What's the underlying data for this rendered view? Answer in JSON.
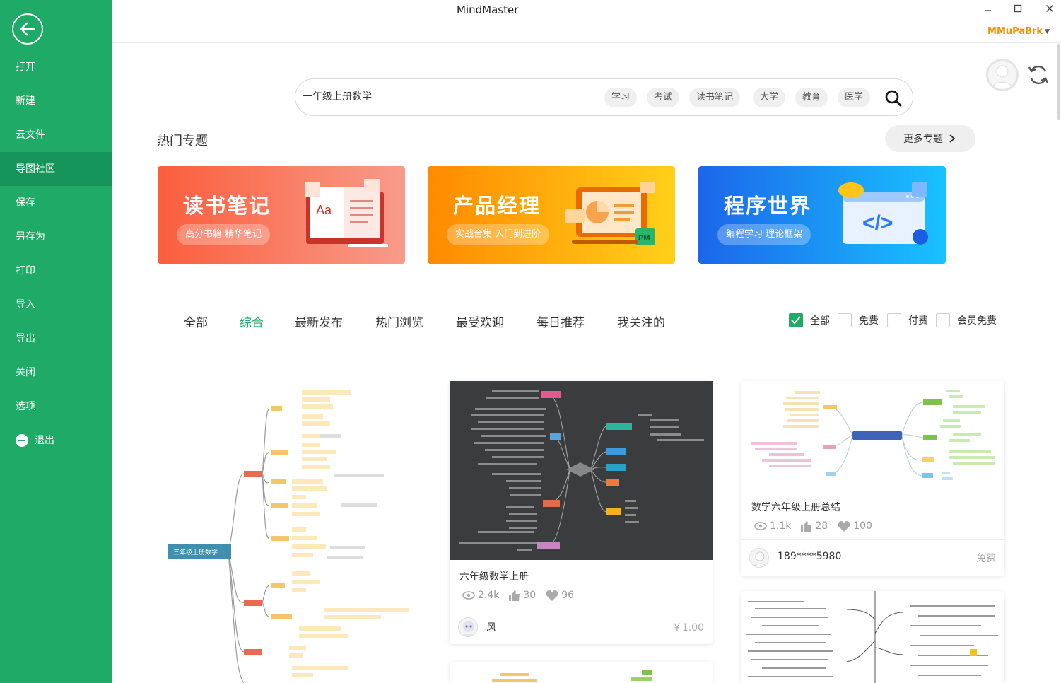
{
  "app": {
    "title": "MindMaster",
    "user": "MMuPaBrk"
  },
  "sidebar": {
    "items": [
      "打开",
      "新建",
      "云文件",
      "导图社区",
      "保存",
      "另存为",
      "打印",
      "导入",
      "导出",
      "关闭",
      "选项"
    ],
    "active_index": 3,
    "exit_label": "退出"
  },
  "search": {
    "value": "一年级上册数学",
    "tags": [
      "学习",
      "考试",
      "读书笔记",
      "大学",
      "教育",
      "医学"
    ]
  },
  "hot_topics": {
    "title": "热门专题",
    "more_label": "更多专题",
    "banners": [
      {
        "title": "读书笔记",
        "subtitle": "高分书籍 精华笔记",
        "color": "#fb5e3c"
      },
      {
        "title": "产品经理",
        "subtitle": "实战合集 入门到进阶",
        "color": "#ff8a00"
      },
      {
        "title": "程序世界",
        "subtitle": "编程学习 理论框架",
        "color": "#1c66ea"
      }
    ]
  },
  "filters": {
    "tabs": [
      "全部",
      "综合",
      "最新发布",
      "热门浏览",
      "最受欢迎",
      "每日推荐",
      "我关注的"
    ],
    "active_tab": 1,
    "checkboxes": [
      {
        "label": "全部",
        "checked": true
      },
      {
        "label": "免费",
        "checked": false
      },
      {
        "label": "付费",
        "checked": false
      },
      {
        "label": "会员免费",
        "checked": false
      }
    ],
    "accent": "#1fab67"
  },
  "cards": [
    {
      "map_root": "三年级上册数学"
    },
    {
      "title": "六年级数学上册",
      "views": "2.4k",
      "likes": "30",
      "favorites": "96",
      "author": "风",
      "price": "￥1.00"
    },
    {
      "title": "数学六年级上册总结",
      "views": "1.1k",
      "likes": "28",
      "favorites": "100",
      "author": "189****5980",
      "price": "免费"
    }
  ]
}
